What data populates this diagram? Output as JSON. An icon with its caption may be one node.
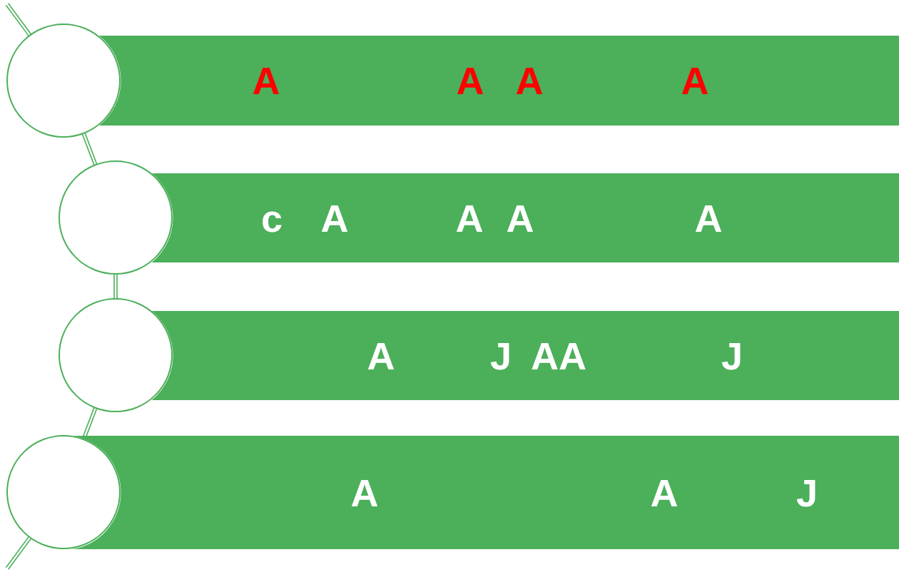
{
  "diagram": {
    "nodes": [
      {
        "text": [],
        "shape": "circle"
      },
      {
        "text": [
          "A",
          "A",
          "A",
          "A"
        ]
      },
      {
        "text": [],
        "shape": "circle"
      },
      {
        "text": [
          "c",
          "A",
          "A",
          "A",
          "A"
        ]
      },
      {
        "text": [],
        "shape": "circle"
      },
      {
        "text": [
          "A",
          "J",
          "AA",
          "J"
        ]
      },
      {
        "text": [],
        "shape": "circle"
      },
      {
        "text": [
          "A",
          "A",
          "J"
        ]
      }
    ],
    "edges": [
      {
        "from": null,
        "to": 0,
        "arrow": "none"
      },
      {
        "from": 0,
        "to": 2,
        "arrow": "none"
      },
      {
        "from": 2,
        "to": 4,
        "arrow": "none"
      },
      {
        "from": 4,
        "to": 6,
        "arrow": "none"
      },
      {
        "from": 6,
        "to": null,
        "arrow": "none"
      }
    ]
  }
}
